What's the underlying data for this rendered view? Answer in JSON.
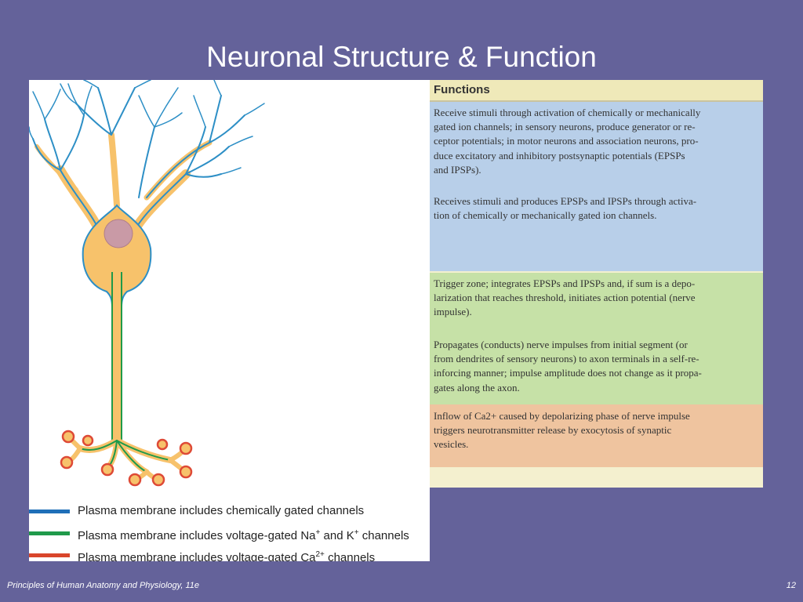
{
  "slide": {
    "title": "Neuronal Structure & Function",
    "footer_left": "Principles of Human Anatomy and Physiology, 11e",
    "footer_right": "12"
  },
  "functions": {
    "header": "Functions",
    "items": [
      "Receive stimuli through activation of chemically or mechanically\ngated ion channels; in sensory neurons, produce generator or re-\nceptor potentials; in motor neurons and association neurons, pro-\nduce excitatory and inhibitory postsynaptic potentials (EPSPs\nand IPSPs).",
      "Receives stimuli and produces EPSPs and IPSPs through activa-\ntion of chemically or mechanically gated ion channels.",
      "Trigger zone; integrates EPSPs and IPSPs and, if sum is a depo-\nlarization that reaches threshold, initiates action potential (nerve\nimpulse).",
      "Propagates (conducts) nerve impulses from initial segment (or\nfrom dendrites of sensory neurons) to axon terminals in a self-re-\ninforcing manner; impulse amplitude does not change as it propa-\ngates along the axon.",
      "Inflow of Ca2+ caused by depolarizing phase of nerve impulse\ntriggers neurotransmitter release by exocytosis of synaptic\nvesicles."
    ]
  },
  "legend": [
    {
      "pre": "Plasma membrane includes chemically gated channels",
      "color": "#1f6fb8"
    },
    {
      "pre": "Plasma membrane includes voltage-gated Na",
      "sup1": "+",
      "mid": " and K",
      "sup2": "+",
      "post": " channels",
      "color": "#1f9a4a"
    },
    {
      "pre": "Plasma membrane includes voltage-gated Ca",
      "sup1": "2+",
      "post": " channels",
      "color": "#d9452b"
    }
  ],
  "colors": {
    "background": "#64629a",
    "dendrite_blue": "#2d8fc6",
    "cell_body": "#f7c26b",
    "nucleus": "#c99aa6",
    "terminal_red": "#de4a36"
  }
}
